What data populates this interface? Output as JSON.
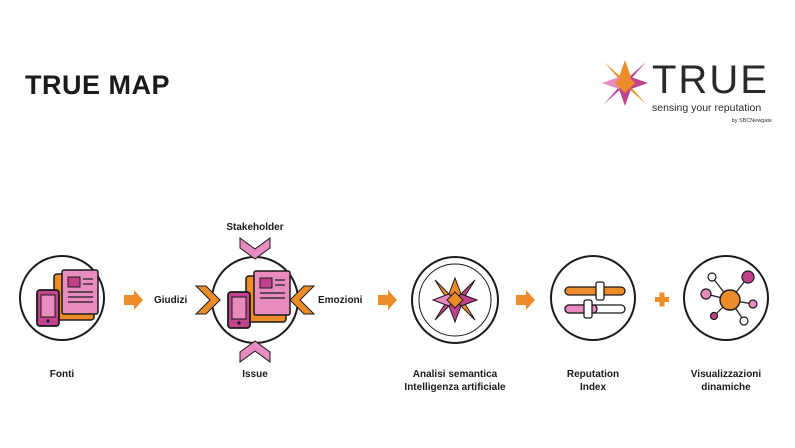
{
  "title": "TRUE MAP",
  "logo": {
    "word": "TRUE",
    "tagline": "sensing your reputation",
    "by": "by SBCNewgate"
  },
  "nodes": {
    "fonti": "Fonti",
    "issue": "Issue",
    "stakeholder": "Stakeholder",
    "giudizi": "Giudizi",
    "emozioni": "Emozioni",
    "analisi_line1": "Analisi semantica",
    "analisi_line2": "Intelligenza artificiale",
    "reputation_line1": "Reputation",
    "reputation_line2": "Index",
    "visual_line1": "Visualizzazioni",
    "visual_line2": "dinamiche"
  },
  "colors": {
    "orange": "#ef8c2a",
    "magenta": "#c0438b",
    "pink": "#e88cc0",
    "dark": "#1a1a1a"
  },
  "icons": {
    "flow_arrow": "right-arrow-icon",
    "plus": "plus-icon",
    "sources": "tablet-newspaper-icon",
    "analysis": "star-x-icon",
    "index": "slider-bars-icon",
    "visual": "network-graph-icon"
  }
}
